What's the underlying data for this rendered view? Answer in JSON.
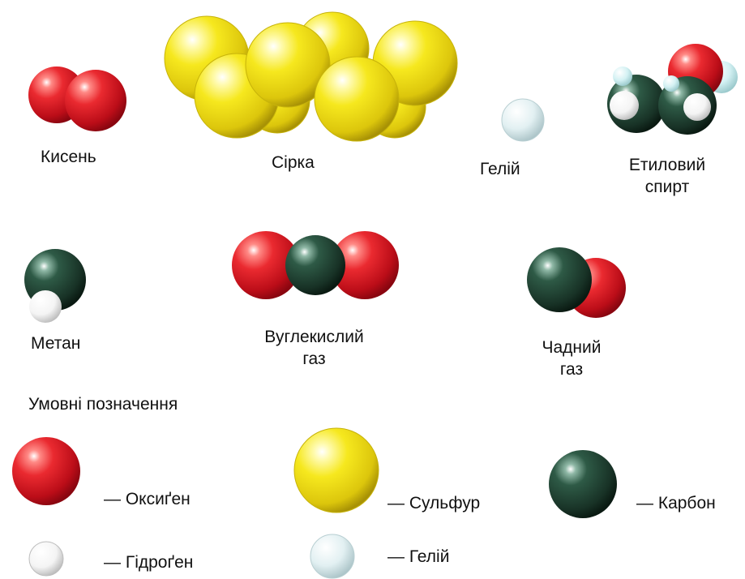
{
  "colors": {
    "oxygen": "#e01f2a",
    "sulfur": "#f2e21a",
    "carbon": "#1d3a2c",
    "hydrogen": "#f7f7f7",
    "helium": "#dfeef0"
  },
  "molecules": {
    "oxygen": "Кисень",
    "sulfur": "Сірка",
    "helium": "Гелій",
    "ethanol": [
      "Етиловий",
      "спирт"
    ],
    "methane": "Метан",
    "co2": [
      "Вуглекислий",
      "газ"
    ],
    "co": [
      "Чадний",
      "газ"
    ]
  },
  "legend": {
    "title": "Умовні позначення",
    "items": [
      {
        "symbol": "oxygen-atom-icon",
        "label": "— Оксиґен"
      },
      {
        "symbol": "sulfur-atom-icon",
        "label": "— Сульфур"
      },
      {
        "symbol": "carbon-atom-icon",
        "label": "— Карбон"
      },
      {
        "symbol": "hydrogen-atom-icon",
        "label": "— Гідроґен"
      },
      {
        "symbol": "helium-atom-icon",
        "label": "— Гелій"
      }
    ]
  }
}
